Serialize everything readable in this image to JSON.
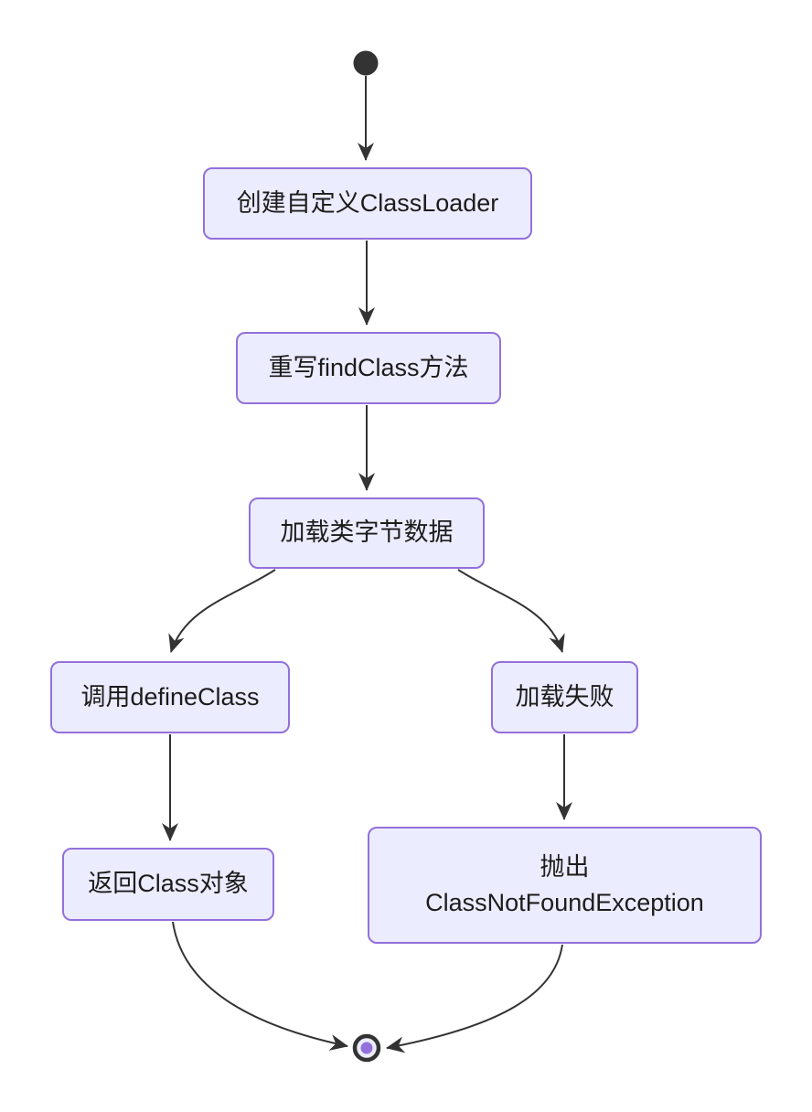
{
  "diagram": {
    "type": "flowchart",
    "orientation": "top-down",
    "colors": {
      "background": "#FFFFFF",
      "node_fill": "#ECECFF",
      "node_border": "#9370DB",
      "edge_stroke": "#333333",
      "text": "#1C1C1C",
      "start_node_fill": "#333333",
      "end_node_ring": "#333333",
      "end_node_fill": "#ECECFF",
      "end_node_dot": "#9370DB"
    },
    "nodes": {
      "start": {
        "kind": "start-dot"
      },
      "create_loader": {
        "label": "创建自定义ClassLoader"
      },
      "override_findclass": {
        "label": "重写findClass方法"
      },
      "load_bytes": {
        "label": "加载类字节数据"
      },
      "call_defineclass": {
        "label": "调用defineClass"
      },
      "load_fail": {
        "label": "加载失败"
      },
      "return_class": {
        "label": "返回Class对象"
      },
      "throw_exception": {
        "label_line1": "抛出",
        "label_line2": "ClassNotFoundException"
      },
      "end": {
        "kind": "end-bullseye"
      }
    },
    "edges": [
      {
        "from": "start",
        "to": "create_loader"
      },
      {
        "from": "create_loader",
        "to": "override_findclass"
      },
      {
        "from": "override_findclass",
        "to": "load_bytes"
      },
      {
        "from": "load_bytes",
        "to": "call_defineclass"
      },
      {
        "from": "load_bytes",
        "to": "load_fail"
      },
      {
        "from": "call_defineclass",
        "to": "return_class"
      },
      {
        "from": "load_fail",
        "to": "throw_exception"
      },
      {
        "from": "return_class",
        "to": "end"
      },
      {
        "from": "throw_exception",
        "to": "end"
      }
    ]
  }
}
